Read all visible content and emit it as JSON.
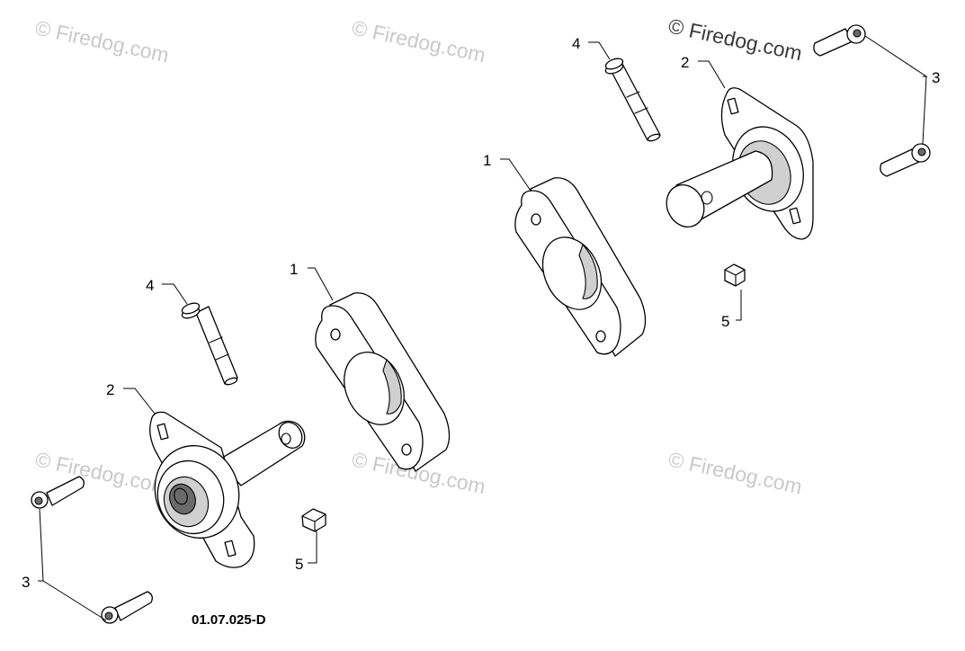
{
  "diagram": {
    "code": "01.07.025-D",
    "watermark": "© Firedog.com",
    "callouts": {
      "spacer": "1",
      "bearing_flange": "2",
      "flange_bolt": "3",
      "pin_bolt": "4",
      "nut": "5"
    }
  }
}
